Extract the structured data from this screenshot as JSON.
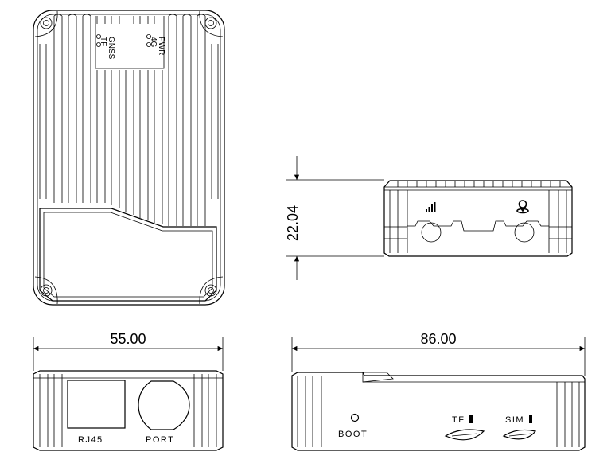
{
  "top_view": {
    "leds": [
      {
        "label": "GNSS"
      },
      {
        "label": "TF"
      },
      {
        "label": "PWR"
      },
      {
        "label": "4G"
      }
    ]
  },
  "side_view": {
    "height_dim": "22.04",
    "icons": [
      "signal-bars-icon",
      "location-pin-icon"
    ]
  },
  "front_view": {
    "width_dim": "55.00",
    "port_labels": {
      "rj45": "RJ45",
      "port": "PORT"
    }
  },
  "rear_view": {
    "length_dim": "86.00",
    "labels": {
      "boot": "BOOT",
      "tf": "TF",
      "sim": "SIM"
    }
  },
  "colors": {
    "line": "#000000",
    "background": "#ffffff"
  }
}
